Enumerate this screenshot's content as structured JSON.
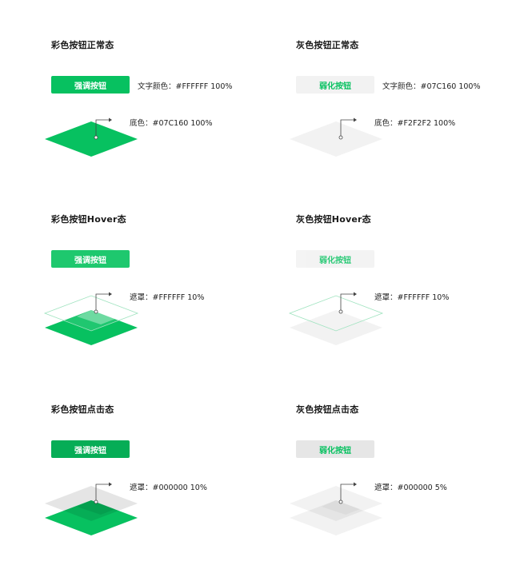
{
  "colors": {
    "brand": "#07C160",
    "brand_hover": "#1EC86E",
    "brand_active": "#06AD56",
    "gray": "#F2F2F2",
    "gray_active": "#E6E6E6",
    "gray_text": "#07C160",
    "white": "#FFFFFF"
  },
  "panels": {
    "color_normal": {
      "title": "彩色按钮正常态",
      "button_label": "强调按钮",
      "text_color_note": "文字颜色：#FFFFFF 100%",
      "callout": "底色：#07C160 100%"
    },
    "gray_normal": {
      "title": "灰色按钮正常态",
      "button_label": "弱化按钮",
      "text_color_note": "文字颜色：#07C160 100%",
      "callout": "底色：#F2F2F2 100%"
    },
    "color_hover": {
      "title": "彩色按钮Hover态",
      "button_label": "强调按钮",
      "callout": "遮罩：#FFFFFF 10%"
    },
    "gray_hover": {
      "title": "灰色按钮Hover态",
      "button_label": "弱化按钮",
      "callout": "遮罩：#FFFFFF 10%"
    },
    "color_active": {
      "title": "彩色按钮点击态",
      "button_label": "强调按钮",
      "callout": "遮罩：#000000 10%"
    },
    "gray_active": {
      "title": "灰色按钮点击态",
      "button_label": "弱化按钮",
      "callout": "遮罩：#000000 5%"
    }
  }
}
